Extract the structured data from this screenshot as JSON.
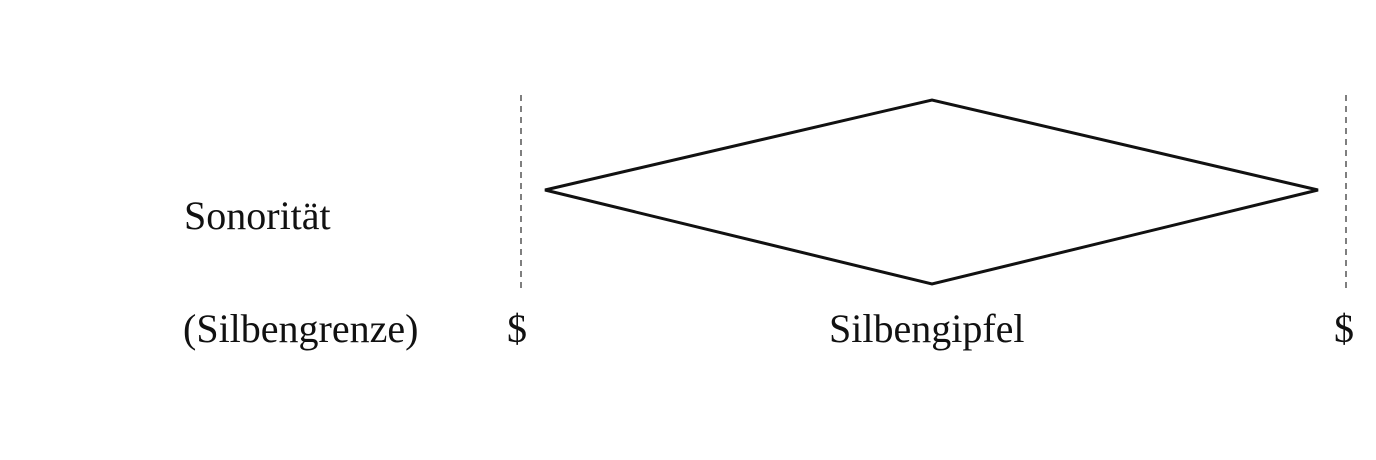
{
  "labels": {
    "sonority": "Sonorität",
    "syllable_boundary": "(Silbengrenze)",
    "boundary_symbol_left": "$",
    "syllable_peak": "Silbengipfel",
    "boundary_symbol_right": "$"
  },
  "colors": {
    "ink": "#111111",
    "dashed_line": "#555555",
    "background": "#ffffff"
  }
}
